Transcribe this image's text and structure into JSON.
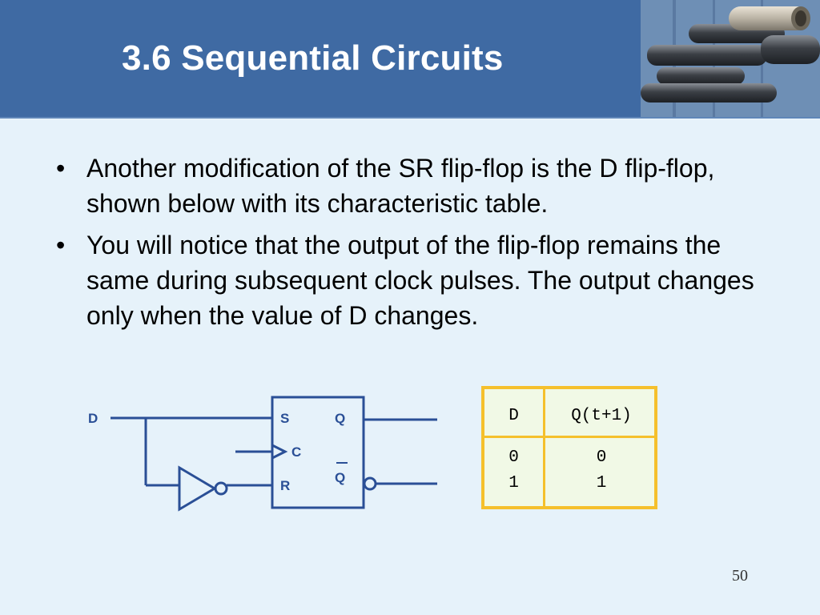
{
  "slide": {
    "title": "3.6 Sequential Circuits",
    "page_number": "50"
  },
  "bullets": [
    {
      "marker": "•",
      "text": "Another modification of the SR flip-flop is the D flip-flop, shown below with its characteristic table."
    },
    {
      "marker": "•",
      "text": "You will notice that the output of the flip-flop remains the same during subsequent clock pulses. The output changes only when the value of D changes."
    }
  ],
  "circuit": {
    "input_label": "D",
    "pin_s": "S",
    "pin_c": "C",
    "pin_r": "R",
    "pin_q": "Q",
    "pin_qbar": "Q",
    "line_color": "#2a4f96"
  },
  "table": {
    "headers": [
      "D",
      "Q(t+1)"
    ],
    "rows": [
      [
        "0",
        "0"
      ],
      [
        "1",
        "1"
      ]
    ],
    "border_color": "#f5c02c",
    "fill_color": "#f1f9e6"
  },
  "colors": {
    "header_bg": "#3f6aa3",
    "body_bg": "#e6f2fa",
    "title": "#ffffff"
  }
}
